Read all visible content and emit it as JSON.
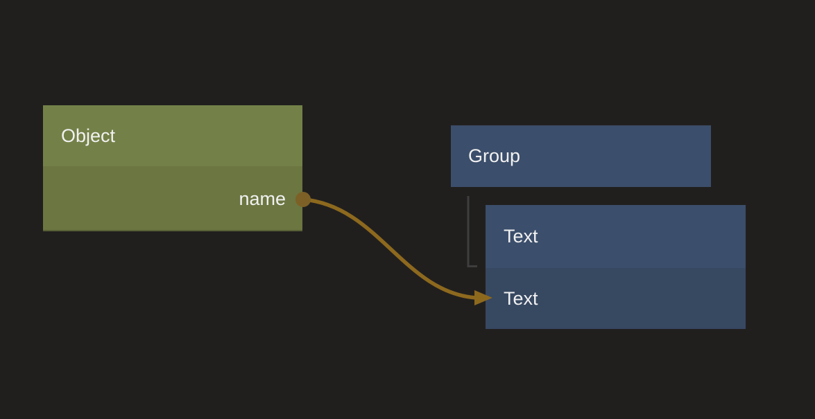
{
  "colors": {
    "background": "#211f1e",
    "node_green_header": "#738148",
    "node_green_body": "#6b7641",
    "node_blue_header": "#3b4e6b",
    "node_blue_body": "#374861",
    "edge": "#8d691e",
    "port": "#7d6026",
    "tree_line": "#3e3e3e",
    "label": "#f1f1f1"
  },
  "nodes": {
    "object": {
      "title": "Object",
      "output_field": "name"
    },
    "group": {
      "title": "Group"
    },
    "text": {
      "title": "Text",
      "child_field": "Text"
    }
  },
  "connections": [
    {
      "from": "Object.name",
      "to": "Text"
    }
  ],
  "hierarchy": [
    {
      "parent": "Group",
      "child": "Text"
    }
  ]
}
